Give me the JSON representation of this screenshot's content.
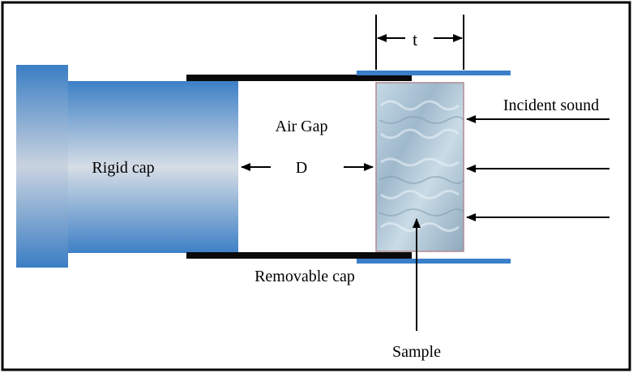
{
  "labels": {
    "t": "t",
    "air_gap": "Air Gap",
    "d": "D",
    "rigid_cap": "Rigid cap",
    "incident_sound": "Incident sound",
    "removable_cap": "Removable cap",
    "sample": "Sample"
  },
  "colors": {
    "frame": "#000000",
    "tube_wall": "#3a7fc8",
    "cap_edge": "#3d80c6",
    "cap_mid": "#d4dbe4",
    "sample_light": "#d8e6ee",
    "sample_dark": "#8aa6bc",
    "sample_edge": "#a77f8a"
  }
}
